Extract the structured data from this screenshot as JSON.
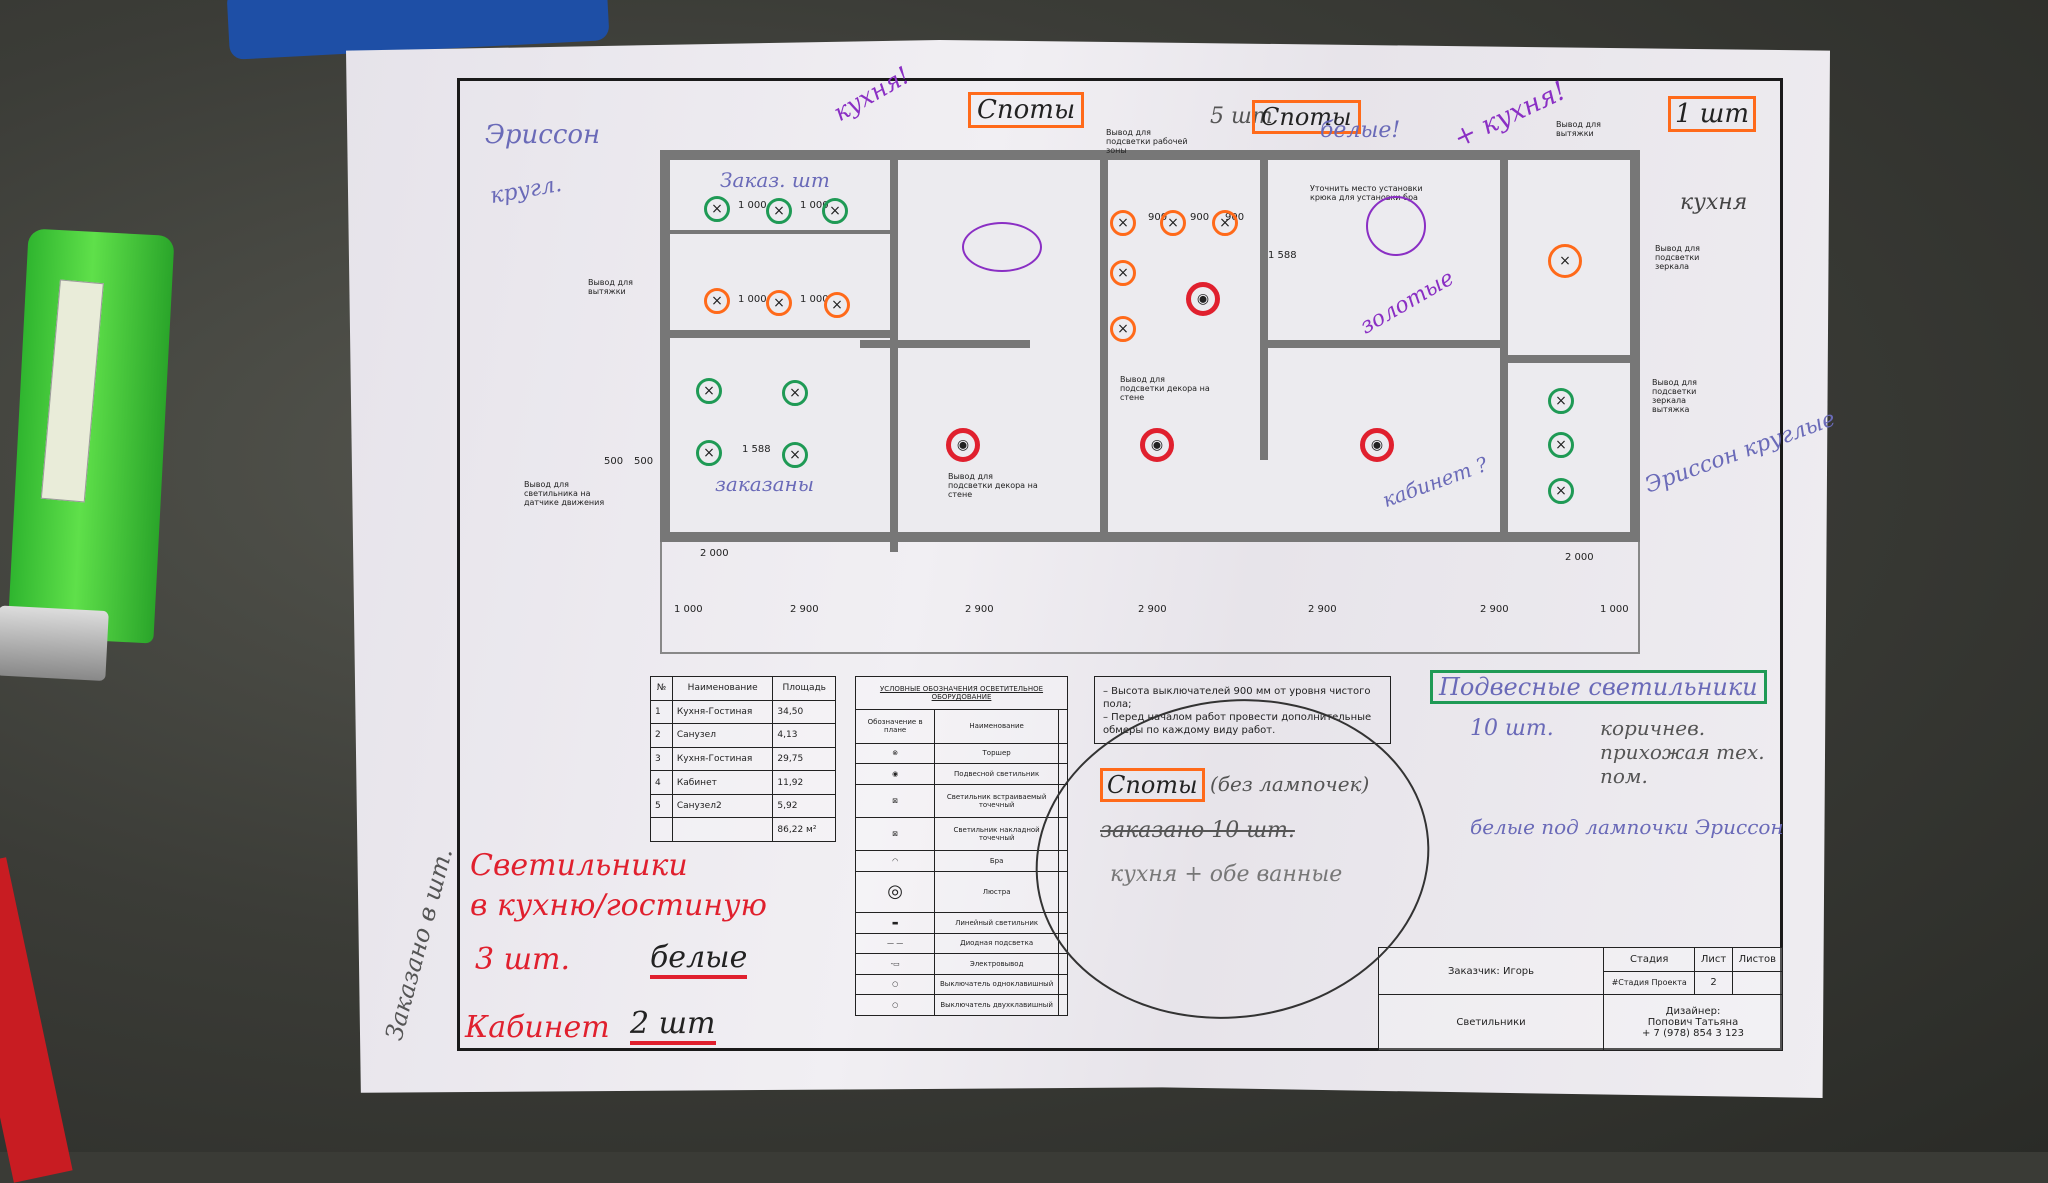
{
  "plan": {
    "dimensions": [
      "1 000",
      "1 000",
      "1 000",
      "1 000",
      "900",
      "900",
      "900",
      "1 588",
      "1 588",
      "2 000",
      "2 000",
      "2 900",
      "2 900",
      "2 900",
      "2 900",
      "2 900",
      "1 000",
      "1 000",
      "500",
      "500"
    ],
    "callouts": [
      "Вывод для подсветки рабочей зоны",
      "Вывод для вытяжки",
      "Вывод для вытяжки",
      "Вывод для подсветки зеркала",
      "Вывод для подсветки зеркала вытяжка",
      "Вывод для подсветки декора на стене",
      "Вывод для подсветки декора на стене",
      "Вывод для светильника на датчике движения",
      "Уточнить место установки крюка для установки бра"
    ]
  },
  "area_table": {
    "headers": [
      "№",
      "Наименование",
      "Площадь"
    ],
    "rows": [
      [
        "1",
        "Кухня-Гостиная",
        "34,50"
      ],
      [
        "2",
        "Санузел",
        "4,13"
      ],
      [
        "3",
        "Кухня-Гостиная",
        "29,75"
      ],
      [
        "4",
        "Кабинет",
        "11,92"
      ],
      [
        "5",
        "Санузел2",
        "5,92"
      ],
      [
        "",
        "",
        "86,22 м²"
      ]
    ]
  },
  "legend": {
    "title": "УСЛОВНЫЕ ОБОЗНАЧЕНИЯ ОСВЕТИТЕЛЬНОЕ ОБОРУДОВАНИЕ",
    "col_symbol": "Обозначение в плане",
    "col_name": "Наименование",
    "items": [
      "Торшер",
      "Подвесной светильник",
      "Светильник встраиваемый точечный",
      "Светильник накладной точечный",
      "Бра",
      "Люстра",
      "Линейный светильник",
      "Диодная подсветка",
      "Электровывод",
      "Выключатель одноклавишный",
      "Выключатель двухклавишный"
    ]
  },
  "note": {
    "lines": [
      "– Высота выключателей 900 мм от уровня чистого пола;",
      "– Перед началом работ провести дополнительные обмеры по каждому виду работ."
    ]
  },
  "title_block": {
    "customer": "Заказчик: Игорь",
    "sheet_title": "Светильники",
    "stage_label": "Стадия",
    "sheet_label": "Лист",
    "sheets_label": "Листов",
    "stage_value": "#Стадия Проекта",
    "sheet_value": "2",
    "designer_label": "Дизайнер:",
    "designer_name": "Попович Татьяна",
    "designer_phone": "+ 7 (978) 854 3 123"
  },
  "handwriting": {
    "top_left": "Эриссон",
    "top_left2": "кругл.",
    "zakaz": "Заказ. шт",
    "kitchen1": "кухня!",
    "spots1": "Споты",
    "count5": "5 шт",
    "spots2": "Споты",
    "white": "белые!",
    "kitchen2": "+ кухня!",
    "corner": "1 шт",
    "corner2": "кухня",
    "gold": "золотые",
    "ordered": "заказаны",
    "cabinet": "кабинет ?",
    "right_side": "Эриссон круглые",
    "red1": "Светильники",
    "red2": "в кухню/гостиную",
    "red3": "3 шт.",
    "red_white": "белые",
    "red4": "Кабинет",
    "red5": "2 шт",
    "left_vertical": "Заказано в шт.",
    "spots3": "Споты",
    "spots3b": "(без лампочек)",
    "crossed": "заказано 10 шт.",
    "kitchen_baths": "кухня + обе ванные",
    "pendant": "Подвесные светильники",
    "pendant_count": "10 шт.",
    "pendant_note": "коричнев. прихожая тех. пом.",
    "white_lamps": "белые под лампочки Эриссон"
  }
}
